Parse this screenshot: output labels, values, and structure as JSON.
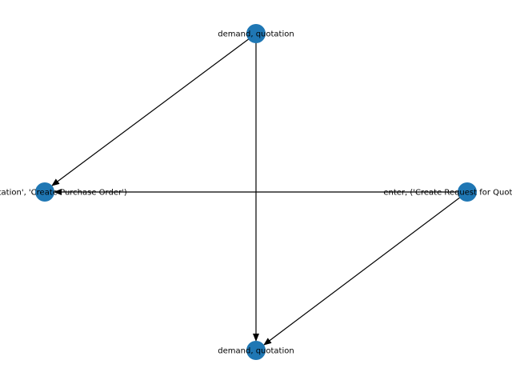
{
  "colors": {
    "background": "#ffffff",
    "node_fill": "#1f77b4",
    "edge": "#000000",
    "label": "#000000"
  },
  "nodes": [
    {
      "id": "top",
      "label": "demand, quotation"
    },
    {
      "id": "left",
      "label": "t for Quotation', 'Create Purchase Order')"
    },
    {
      "id": "right",
      "label": "enter, ('Create Request for Quotation', 'Cr"
    },
    {
      "id": "bottom",
      "label": "demand, quotation"
    }
  ],
  "edges": [
    {
      "from": "top",
      "to": "left"
    },
    {
      "from": "top",
      "to": "bottom"
    },
    {
      "from": "right",
      "to": "left"
    },
    {
      "from": "right",
      "to": "bottom"
    }
  ]
}
